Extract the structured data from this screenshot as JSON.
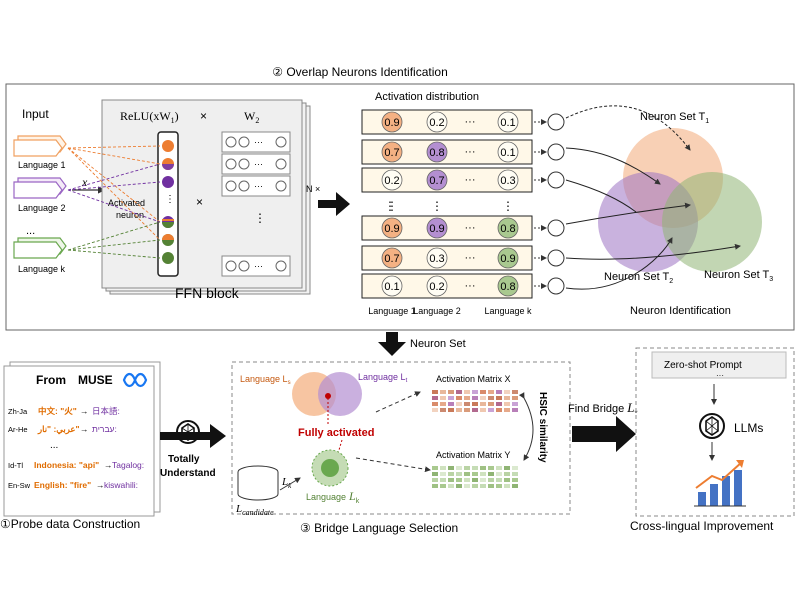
{
  "top": {
    "title": "② Overlap Neurons Identification",
    "input_label": "Input",
    "x_symbol": "x",
    "languages": [
      "Language 1",
      "Language 2",
      "Language k"
    ],
    "ellipsis": "...",
    "relu_label": "ReLU(xW",
    "relu_sub": "1",
    "relu_close": ")",
    "times": "×",
    "w2_label": "W",
    "w2_sub": "2",
    "activated_neuron": [
      "Activated",
      "neuron"
    ],
    "ffn_label": "FFN block",
    "nx_label": "N ×",
    "activation_title": "Activation distribution",
    "activation_rows": [
      [
        "0.9",
        "0.2",
        "0.1"
      ],
      [
        "0.7",
        "0.8",
        "0.1"
      ],
      [
        "0.2",
        "0.7",
        "0.3"
      ],
      [
        "0.9",
        "0.9",
        "0.8"
      ],
      [
        "0.7",
        "0.3",
        "0.9"
      ],
      [
        "0.1",
        "0.2",
        "0.8"
      ]
    ],
    "activation_cols": [
      "Language 1",
      "Language 2",
      "Language k"
    ],
    "dots": "···",
    "venn": {
      "set1": "Neuron Set T",
      "set1_sub": "1",
      "set2": "Neuron Set T",
      "set2_sub": "2",
      "set3": "Neuron Set T",
      "set3_sub": "3",
      "caption": "Neuron Identification"
    },
    "colors": {
      "orange": "#f4b183",
      "purple": "#b48fd1",
      "green": "#a9c98f"
    }
  },
  "arrow_label": "Neuron Set",
  "probe": {
    "from_label": "From",
    "muse": "MUSE",
    "rows": [
      {
        "pair": "Zh-Ja",
        "src": "中文: \"火\"",
        "arrow": "→",
        "tgt": "日本語:"
      },
      {
        "pair": "Ar-He",
        "src": "عربي: \"نار\"",
        "arrow": "→",
        "tgt": "עברית:"
      },
      {
        "pair": "Id-Tl",
        "src": "Indonesia: \"api\"",
        "arrow": "→",
        "tgt": "Tagalog:"
      },
      {
        "pair": "En-Sw",
        "src": "English: \"fire\"",
        "arrow": "→",
        "tgt": "kiswahili:"
      }
    ],
    "dots": "...",
    "caption": "①Probe data Construction",
    "understand": [
      "Totally",
      "Understand"
    ]
  },
  "bridge": {
    "lang_s": "Language L",
    "lang_s_sub": "s",
    "lang_t": "Language L",
    "lang_t_sub": "t",
    "fully_activated": "Fully activated",
    "lang_k": "Language",
    "lang_k_sym": "L",
    "lang_k_sub": "k",
    "lk_label": "L",
    "lk_sub": "k",
    "candidate": "L",
    "candidate_sub": "candidate",
    "matrix_x": "Activation Matrix X",
    "matrix_y": "Activation Matrix Y",
    "hsic": "HSIC similarity",
    "caption": "③ Bridge Language Selection",
    "find_bridge": "Find Bridge",
    "find_bridge_sym": "L",
    "find_bridge_sub": "*"
  },
  "right": {
    "prompt": "Zero-shot Prompt",
    "prompt_dots": "···",
    "llms": "LLMs",
    "caption": "Cross-lingual Improvement"
  }
}
